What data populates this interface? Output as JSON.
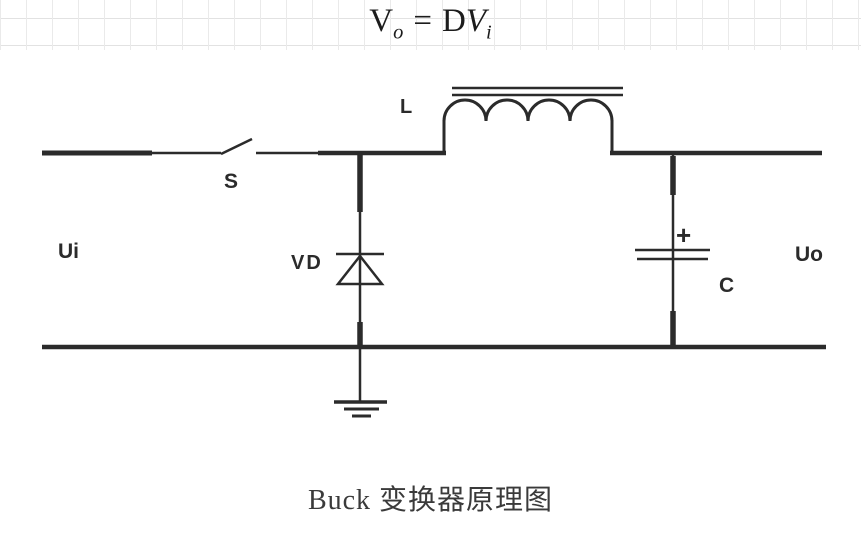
{
  "formula": {
    "lhs_symbol": "V",
    "lhs_subscript": "o",
    "operator": "=",
    "duty_symbol": "D",
    "rhs_symbol": "V",
    "rhs_subscript": "i"
  },
  "labels": {
    "input_voltage": "Ui",
    "switch": "S",
    "inductor": "L",
    "diode": "VD",
    "capacitor_polarity": "+",
    "capacitor": "C",
    "output_voltage": "Uo"
  },
  "caption": "Buck 变换器原理图",
  "colors": {
    "ink": "#2b2b2b",
    "grid_line": "#e6e6e6",
    "background": "#ffffff"
  }
}
